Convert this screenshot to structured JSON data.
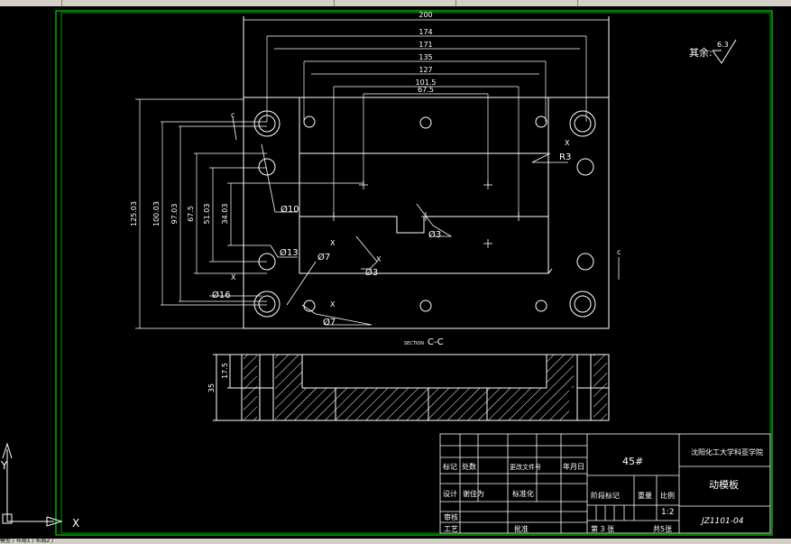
{
  "colors": {
    "background": "#000000",
    "drawing": "#ffffff",
    "frame": "#00ff00",
    "hatch": "#ffffff"
  },
  "drawing": {
    "roughness": {
      "label": "其余:",
      "value": "6.3"
    },
    "section_label": {
      "prefix": "SECTION",
      "name": "C-C"
    },
    "cut_marks": {
      "left": "c",
      "right": "c"
    },
    "horizontal_dims": [
      "200",
      "174",
      "171",
      "135",
      "127",
      "101.5",
      "67.5"
    ],
    "vertical_dims": [
      "125.03",
      "100.03",
      "97.03",
      "67.5",
      "51.03",
      "34.03"
    ],
    "callouts": {
      "r3": "R3",
      "d10": "Ø10",
      "d3a": "Ø3",
      "d13": "Ø13",
      "d7a": "Ø7",
      "d3b": "Ø3",
      "d16": "Ø16",
      "d7b": "Ø7",
      "x1": "X",
      "x2": "X",
      "x3": "X",
      "x4": "X",
      "x5": "X"
    },
    "side_view": {
      "dim_total": "35",
      "dim_part": "17.5"
    }
  },
  "title_block": {
    "material": "45#",
    "school": "沈阳化工大学科亚学院",
    "part_name": "动模板",
    "drawing_no": "JZ1101-04",
    "row_labels": {
      "mark": "标记",
      "count": "处数",
      "doc_no": "更改文件号",
      "date": "年月日",
      "design": "设计",
      "std": "标准化",
      "designer": "谢佳为",
      "check": "审核",
      "craft": "工艺",
      "approve": "批准"
    },
    "stage_label": "阶段标记",
    "weight_label": "重量",
    "scale_label": "比例",
    "scale": "1:2",
    "sheet": "第 3 张",
    "total": "共5张"
  },
  "ucs": {
    "x_label": "X",
    "y_label": "Y"
  },
  "command_line": "模型 / 布局1 / 布局2 /"
}
